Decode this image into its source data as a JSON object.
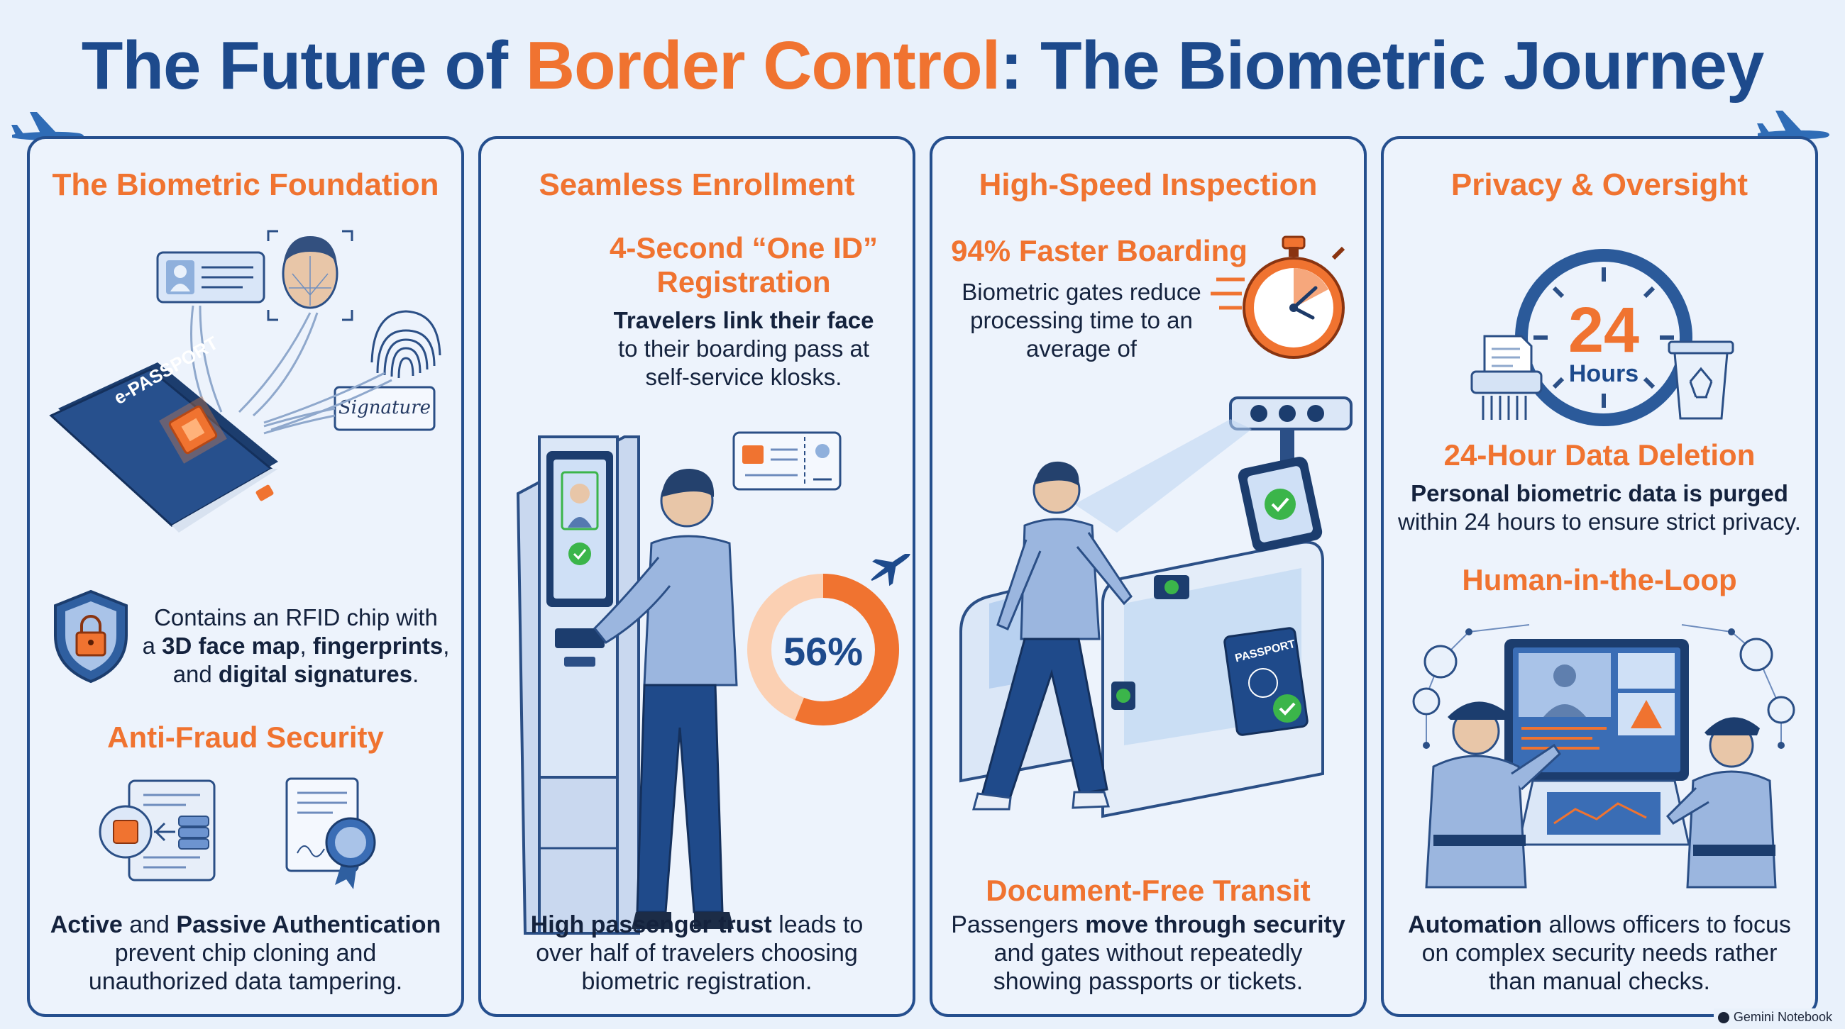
{
  "title": {
    "part1": "The Future of ",
    "accent": "Border Control",
    "part2": ": The Biometric Journey"
  },
  "colors": {
    "navy": "#1d4a8c",
    "orange": "#f07330",
    "border": "#254f8e",
    "bg": "#e9f1fb",
    "green": "#3bb54a"
  },
  "panels": [
    {
      "title": "The Biometric Foundation",
      "epassport_label": "e-PASSPORT",
      "signature_label": "Signature",
      "rfid_text": {
        "a": "Contains an RFID chip with",
        "b": "a ",
        "b_bold1": "3D face map",
        "b2": ", ",
        "b_bold2": "fingerprints",
        "b3": ",",
        "c": "and ",
        "c_bold": "digital signatures",
        "c2": "."
      },
      "subtitle": "Anti-Fraud Security",
      "auth_text": {
        "bold1": "Active",
        "a": " and ",
        "bold2": "Passive Authentication",
        "b": "prevent chip cloning and",
        "c": "unauthorized data tampering."
      }
    },
    {
      "title": "Seamless Enrollment",
      "subtitle_line1": "4-Second “One ID”",
      "subtitle_line2": "Registration",
      "text": {
        "bold": "Travelers link their face",
        "b": "to their boarding pass at",
        "c": "self-service klosks."
      },
      "donut_percent": "56%",
      "donut_value": 56,
      "trust_text": {
        "bold": "High passenger trust",
        "a": " leads to",
        "b": "over half of travelers choosing",
        "c": "biometric registration."
      }
    },
    {
      "title": "High-Speed Inspection",
      "subtitle": "94% Faster Boarding",
      "text": {
        "a": "Biometric gates reduce",
        "b": "processing time to an",
        "c": "average of"
      },
      "passport_label": "PASSPORT",
      "subtitle2": "Document-Free Transit",
      "transit_text": {
        "a": "Passengers ",
        "bold": "move through security",
        "b": "and gates without repeatedly",
        "c": "showing passports or tickets."
      }
    },
    {
      "title": "Privacy & Oversight",
      "clock_number": "24",
      "clock_unit": "Hours",
      "subtitle": "24-Hour Data Deletion",
      "deletion_text": {
        "bold": "Personal biometric data is purged",
        "b": "within 24 hours to ensure strict privacy."
      },
      "subtitle2": "Human-in-the-Loop",
      "automation_text": {
        "bold": "Automation",
        "a": " allows officers to focus",
        "b": "on complex security needs rather",
        "c": "than manual checks."
      }
    }
  ],
  "credit": "Gemini Notebook",
  "icons": [
    "airplane-icon",
    "id-card-icon",
    "face-scan-icon",
    "fingerprint-icon",
    "signature-icon",
    "chip-icon",
    "shield-lock-icon",
    "chip-database-icon",
    "certificate-icon",
    "kiosk-icon",
    "boarding-pass-icon",
    "stopwatch-icon",
    "biometric-gate-icon",
    "shredder-icon",
    "recycle-bin-icon",
    "monitor-icon"
  ]
}
